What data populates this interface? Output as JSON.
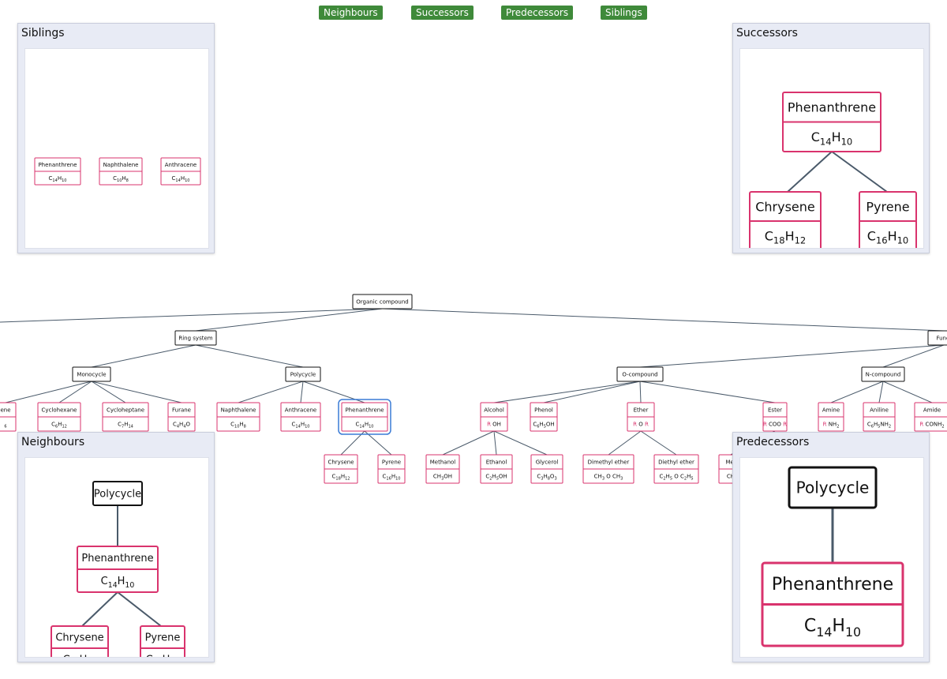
{
  "toolbar": {
    "neighbours_label": "Neighbours",
    "successors_label": "Successors",
    "predecessors_label": "Predecessors",
    "siblings_label": "Siblings"
  },
  "panels": {
    "siblings_title": "Siblings",
    "successors_title": "Successors",
    "neighbours_title": "Neighbours",
    "predecessors_title": "Predecessors"
  },
  "colors": {
    "compound_border": "#d9336d",
    "category_border": "#111111",
    "edge": "#4a5a6a",
    "selected": "#3a7bd5",
    "button": "#3f8a3a",
    "group_R": "#d9336d"
  },
  "tree": {
    "selected": "phen",
    "nodes": [
      {
        "id": "root",
        "name": "Organic compound",
        "kind": "category"
      },
      {
        "id": "ring",
        "name": "Ring system",
        "kind": "category"
      },
      {
        "id": "func",
        "name": "Funct",
        "kind": "category"
      },
      {
        "id": "mono",
        "name": "Monocycle",
        "kind": "category"
      },
      {
        "id": "poly",
        "name": "Polycycle",
        "kind": "category"
      },
      {
        "id": "ocomp",
        "name": "O-compound",
        "kind": "category"
      },
      {
        "id": "ncomp",
        "name": "N-compound",
        "kind": "category"
      },
      {
        "id": "benz",
        "name": "ene",
        "kind": "compound",
        "formula": [
          [
            "t",
            "",
            ""
          ],
          [
            "s",
            "6",
            ""
          ]
        ]
      },
      {
        "id": "cyhex",
        "name": "Cyclohexane",
        "kind": "compound",
        "formula": [
          [
            "t",
            "C",
            ""
          ],
          [
            "s",
            "6",
            ""
          ],
          [
            "t",
            "H",
            ""
          ],
          [
            "s",
            "12",
            ""
          ]
        ]
      },
      {
        "id": "cyhep",
        "name": "Cycloheptane",
        "kind": "compound",
        "formula": [
          [
            "t",
            "C",
            ""
          ],
          [
            "s",
            "7",
            ""
          ],
          [
            "t",
            "H",
            ""
          ],
          [
            "s",
            "14",
            ""
          ]
        ]
      },
      {
        "id": "fur",
        "name": "Furane",
        "kind": "compound",
        "formula": [
          [
            "t",
            "C",
            ""
          ],
          [
            "s",
            "4",
            ""
          ],
          [
            "t",
            "H",
            ""
          ],
          [
            "s",
            "4",
            ""
          ],
          [
            "t",
            "O",
            ""
          ]
        ]
      },
      {
        "id": "naph",
        "name": "Naphthalene",
        "kind": "compound",
        "formula": [
          [
            "t",
            "C",
            ""
          ],
          [
            "s",
            "10",
            ""
          ],
          [
            "t",
            "H",
            ""
          ],
          [
            "s",
            "8",
            ""
          ]
        ]
      },
      {
        "id": "anth",
        "name": "Anthracene",
        "kind": "compound",
        "formula": [
          [
            "t",
            "C",
            ""
          ],
          [
            "s",
            "14",
            ""
          ],
          [
            "t",
            "H",
            ""
          ],
          [
            "s",
            "10",
            ""
          ]
        ]
      },
      {
        "id": "phen",
        "name": "Phenanthrene",
        "kind": "compound",
        "formula": [
          [
            "t",
            "C",
            ""
          ],
          [
            "s",
            "14",
            ""
          ],
          [
            "t",
            "H",
            ""
          ],
          [
            "s",
            "10",
            ""
          ]
        ]
      },
      {
        "id": "chry",
        "name": "Chrysene",
        "kind": "compound",
        "formula": [
          [
            "t",
            "C",
            ""
          ],
          [
            "s",
            "18",
            ""
          ],
          [
            "t",
            "H",
            ""
          ],
          [
            "s",
            "12",
            ""
          ]
        ]
      },
      {
        "id": "pyr",
        "name": "Pyrene",
        "kind": "compound",
        "formula": [
          [
            "t",
            "C",
            ""
          ],
          [
            "s",
            "16",
            ""
          ],
          [
            "t",
            "H",
            ""
          ],
          [
            "s",
            "10",
            ""
          ]
        ]
      },
      {
        "id": "alc",
        "name": "Alcohol",
        "kind": "compound",
        "formula": [
          [
            "t",
            "R",
            "r"
          ],
          [
            "t",
            " OH",
            ""
          ]
        ]
      },
      {
        "id": "phenol",
        "name": "Phenol",
        "kind": "compound",
        "formula": [
          [
            "t",
            "C",
            ""
          ],
          [
            "s",
            "6",
            ""
          ],
          [
            "t",
            "H",
            ""
          ],
          [
            "s",
            "5",
            ""
          ],
          [
            "t",
            "OH",
            ""
          ]
        ]
      },
      {
        "id": "ether",
        "name": "Ether",
        "kind": "compound",
        "formula": [
          [
            "t",
            "R",
            "r"
          ],
          [
            "t",
            " O ",
            ""
          ],
          [
            "t",
            "R",
            "r"
          ]
        ]
      },
      {
        "id": "ester",
        "name": "Ester",
        "kind": "compound",
        "formula": [
          [
            "t",
            "R",
            "r"
          ],
          [
            "t",
            " COO ",
            ""
          ],
          [
            "t",
            "R",
            "r"
          ]
        ]
      },
      {
        "id": "amine",
        "name": "Amine",
        "kind": "compound",
        "formula": [
          [
            "t",
            "R",
            "r"
          ],
          [
            "t",
            " NH",
            ""
          ],
          [
            "s",
            "2",
            ""
          ]
        ]
      },
      {
        "id": "anil",
        "name": "Aniline",
        "kind": "compound",
        "formula": [
          [
            "t",
            "C",
            ""
          ],
          [
            "s",
            "6",
            ""
          ],
          [
            "t",
            "H",
            ""
          ],
          [
            "s",
            "5",
            ""
          ],
          [
            "t",
            "NH",
            ""
          ],
          [
            "s",
            "2",
            ""
          ]
        ]
      },
      {
        "id": "amide",
        "name": "Amide",
        "kind": "compound",
        "formula": [
          [
            "t",
            "R",
            "r"
          ],
          [
            "t",
            " CONH",
            ""
          ],
          [
            "s",
            "2",
            ""
          ]
        ]
      },
      {
        "id": "meth",
        "name": "Methanol",
        "kind": "compound",
        "formula": [
          [
            "t",
            "CH",
            ""
          ],
          [
            "s",
            "3",
            ""
          ],
          [
            "t",
            "OH",
            ""
          ]
        ]
      },
      {
        "id": "eth",
        "name": "Ethanol",
        "kind": "compound",
        "formula": [
          [
            "t",
            "C",
            ""
          ],
          [
            "s",
            "2",
            ""
          ],
          [
            "t",
            "H",
            ""
          ],
          [
            "s",
            "5",
            ""
          ],
          [
            "t",
            "OH",
            ""
          ]
        ]
      },
      {
        "id": "gly",
        "name": "Glycerol",
        "kind": "compound",
        "formula": [
          [
            "t",
            "C",
            ""
          ],
          [
            "s",
            "3",
            ""
          ],
          [
            "t",
            "H",
            ""
          ],
          [
            "s",
            "8",
            ""
          ],
          [
            "t",
            "O",
            ""
          ],
          [
            "s",
            "3",
            ""
          ]
        ]
      },
      {
        "id": "dme",
        "name": "Dimethyl ether",
        "kind": "compound",
        "formula": [
          [
            "t",
            "CH",
            ""
          ],
          [
            "s",
            "3",
            ""
          ],
          [
            "t",
            " O CH",
            ""
          ],
          [
            "s",
            "3",
            ""
          ]
        ]
      },
      {
        "id": "dee",
        "name": "Diethyl ether",
        "kind": "compound",
        "formula": [
          [
            "t",
            "C",
            ""
          ],
          [
            "s",
            "2",
            ""
          ],
          [
            "t",
            "H",
            ""
          ],
          [
            "s",
            "5",
            ""
          ],
          [
            "t",
            " O C",
            ""
          ],
          [
            "s",
            "2",
            ""
          ],
          [
            "t",
            "H",
            ""
          ],
          [
            "s",
            "5",
            ""
          ]
        ]
      },
      {
        "id": "meac",
        "name": "Met",
        "kind": "compound",
        "formula": [
          [
            "t",
            "CH",
            ""
          ]
        ]
      }
    ],
    "edges": [
      [
        "root",
        "ring"
      ],
      [
        "root",
        "func"
      ],
      [
        "root",
        "offleft"
      ],
      [
        "ring",
        "mono"
      ],
      [
        "ring",
        "poly"
      ],
      [
        "mono",
        "benz"
      ],
      [
        "mono",
        "cyhex"
      ],
      [
        "mono",
        "cyhep"
      ],
      [
        "mono",
        "fur"
      ],
      [
        "poly",
        "naph"
      ],
      [
        "poly",
        "anth"
      ],
      [
        "poly",
        "phen"
      ],
      [
        "phen",
        "chry"
      ],
      [
        "phen",
        "pyr"
      ],
      [
        "func",
        "ocomp"
      ],
      [
        "func",
        "ncomp"
      ],
      [
        "ocomp",
        "alc"
      ],
      [
        "ocomp",
        "phenol"
      ],
      [
        "ocomp",
        "ether"
      ],
      [
        "ocomp",
        "ester"
      ],
      [
        "ncomp",
        "amine"
      ],
      [
        "ncomp",
        "anil"
      ],
      [
        "ncomp",
        "amide"
      ],
      [
        "alc",
        "meth"
      ],
      [
        "alc",
        "eth"
      ],
      [
        "alc",
        "gly"
      ],
      [
        "ether",
        "dme"
      ],
      [
        "ether",
        "dee"
      ],
      [
        "ester",
        "meac"
      ]
    ]
  },
  "siblings_view": {
    "nodes": [
      "naph",
      "phen",
      "anth"
    ]
  },
  "successors_view": {
    "root": "phen",
    "children": [
      "chry",
      "pyr"
    ]
  },
  "neighbours_view": {
    "parent": "poly",
    "focus": "phen",
    "children": [
      "chry",
      "pyr"
    ]
  },
  "predecessors_view": {
    "parent": "poly",
    "focus": "phen"
  }
}
